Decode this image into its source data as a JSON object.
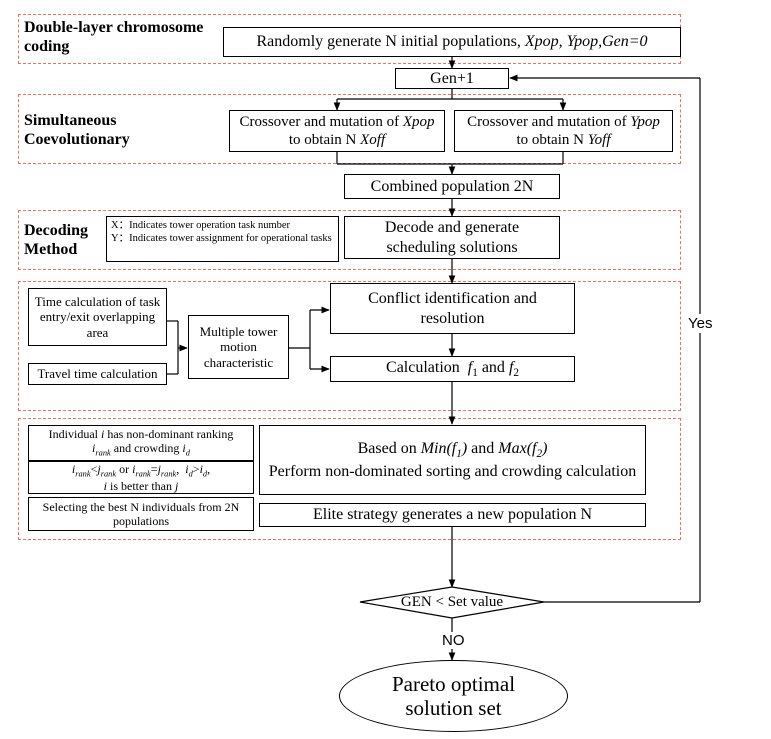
{
  "sections": {
    "coding": "Double-layer chromosome coding",
    "coevolution": "Simultaneous Coevolutionary",
    "decoding": "Decoding Method"
  },
  "boxes": {
    "init": "Randomly generate N initial populations,",
    "init_vars": "Xpop, Ypop,Gen=0",
    "gen": "Gen+1",
    "cross_x_a": "Crossover and mutation of",
    "cross_x_var": "Xpop",
    "cross_x_b": "to obtain N",
    "cross_x_off": "Xoff",
    "cross_y_a": "Crossover and mutation of",
    "cross_y_var": "Ypop",
    "cross_y_b": "to obtain N",
    "cross_y_off": "Yoff",
    "combined": "Combined population 2N",
    "decode": "Decode and generate scheduling solutions",
    "conflict": "Conflict identification and resolution",
    "calc_prefix": "Calculation",
    "calc_f1": "f",
    "calc_and": "and",
    "calc_f2": "f",
    "time_calc": "Time calculation of task entry/exit overlapping area",
    "travel": "Travel time calculation",
    "multi_tower": "Multiple tower motion characteristic",
    "sort_a": "Based on",
    "sort_min": "Min(f",
    "sort_and": "and",
    "sort_max": "Max(f",
    "sort_b": "Perform non-dominated sorting and crowding calculation",
    "elite": "Elite strategy generates a new population N",
    "ranking_a": "Individual",
    "ranking_i": "i",
    "ranking_b": "has non-dominant ranking",
    "ranking_c": "and crowding",
    "better_a": "or",
    "better_b": "is better than",
    "select": "Selecting the best N individuals from 2N populations"
  },
  "notes": {
    "x": "X：Indicates tower operation task number",
    "y": "Y：Indicates tower assignment for operational tasks"
  },
  "decision": "GEN < Set value",
  "edges": {
    "yes": "Yes",
    "no": "NO"
  },
  "terminal": "Pareto optimal solution set"
}
